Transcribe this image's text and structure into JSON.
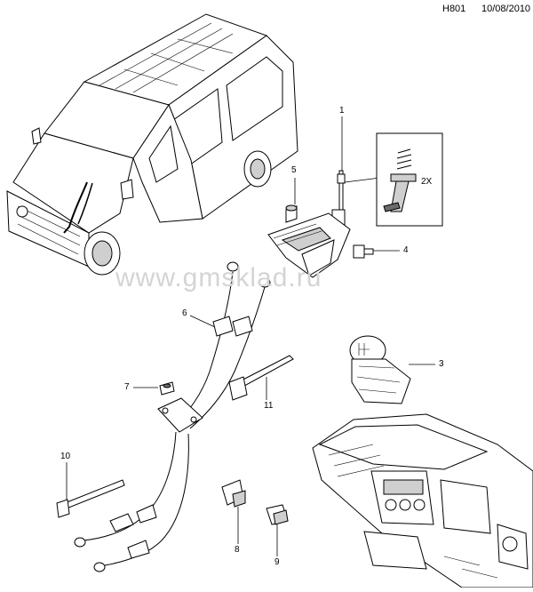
{
  "header": {
    "code": "H801",
    "date": "10/08/2010"
  },
  "watermark": "www.gmsklad.ru",
  "callouts": [
    {
      "id": "1",
      "label": "1"
    },
    {
      "id": "2x",
      "label": "2X"
    },
    {
      "id": "3",
      "label": "3"
    },
    {
      "id": "4",
      "label": "4"
    },
    {
      "id": "5",
      "label": "5"
    },
    {
      "id": "6",
      "label": "6"
    },
    {
      "id": "7",
      "label": "7"
    },
    {
      "id": "8",
      "label": "8"
    },
    {
      "id": "9",
      "label": "9"
    },
    {
      "id": "10",
      "label": "10"
    },
    {
      "id": "11",
      "label": "11"
    }
  ]
}
